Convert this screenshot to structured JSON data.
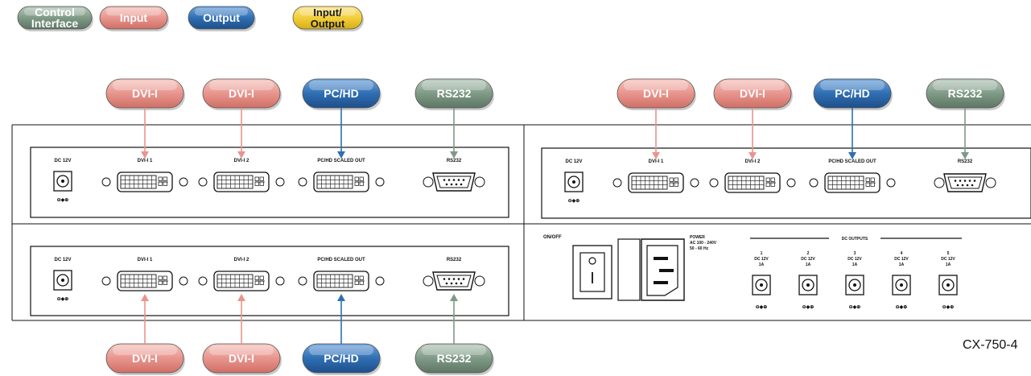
{
  "legend": [
    {
      "line1": "Control",
      "line2": "Interface",
      "kind": "control"
    },
    {
      "line1": "Input",
      "line2": "",
      "kind": "input"
    },
    {
      "line1": "Output",
      "line2": "",
      "kind": "output"
    },
    {
      "line1": "Input/",
      "line2": "Output",
      "kind": "io"
    }
  ],
  "colors": {
    "control": "#7f9a86",
    "input": "#e8958d",
    "output": "#2f6fb3",
    "io": "#f2cf3a",
    "panel_line": "#111111"
  },
  "pills": {
    "dvi": "DVI-I",
    "pchd": "PC/HD",
    "rs232": "RS232"
  },
  "panel_labels": {
    "dc12v": "DC 12V",
    "dvi1": "DVI-I 1",
    "dvi2": "DVI-I 2",
    "pchd_scaled_out": "PC/HD SCALED OUT",
    "rs232": "RS232",
    "polarity": "⊖◆⊕"
  },
  "power_panel": {
    "on_off": "ON/OFF",
    "power_line1": "POWER",
    "power_line2": "AC 100 - 240V",
    "power_line3": "50 - 60 Hz",
    "dc_outputs": "DC OUTPUTS",
    "outputs": [
      {
        "num": "1",
        "v": "DC 12V",
        "a": "1A"
      },
      {
        "num": "2",
        "v": "DC 12V",
        "a": "1A"
      },
      {
        "num": "3",
        "v": "DC 12V",
        "a": "1A"
      },
      {
        "num": "4",
        "v": "DC 12V",
        "a": "1A"
      },
      {
        "num": "5",
        "v": "DC 12V",
        "a": "1A"
      }
    ]
  },
  "model": "CX-750-4"
}
